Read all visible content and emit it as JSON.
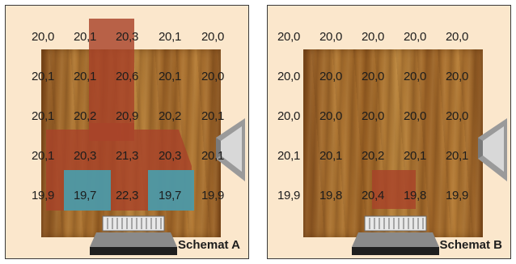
{
  "colors": {
    "panel_background": "#fbe7cc",
    "warm_zone": "#a8432a",
    "cool_zone": "#4c9aa6",
    "text": "#1d1d1d"
  },
  "icons": {
    "window": "window-icon",
    "radiator": "radiator-icon"
  },
  "panels": [
    {
      "label": "Schemat A",
      "grid": [
        [
          "20,0",
          "20,1",
          "20,3",
          "20,1",
          "20,0"
        ],
        [
          "20,1",
          "20,1",
          "20,6",
          "20,1",
          "20,0"
        ],
        [
          "20,1",
          "20,2",
          "20,9",
          "20,2",
          "20,1"
        ],
        [
          "20,1",
          "20,3",
          "21,3",
          "20,3",
          "20,1"
        ],
        [
          "19,9",
          "19,7",
          "22,3",
          "19,7",
          "19,9"
        ]
      ]
    },
    {
      "label": "Schemat B",
      "grid": [
        [
          "20,0",
          "20,0",
          "20,0",
          "20,0",
          "20,0"
        ],
        [
          "20,0",
          "20,0",
          "20,0",
          "20,0",
          "20,0"
        ],
        [
          "20,0",
          "20,0",
          "20,0",
          "20,0",
          "20,0"
        ],
        [
          "20,1",
          "20,1",
          "20,2",
          "20,1",
          "20,1"
        ],
        [
          "19,9",
          "19,8",
          "20,4",
          "19,8",
          "19,9"
        ]
      ]
    }
  ]
}
